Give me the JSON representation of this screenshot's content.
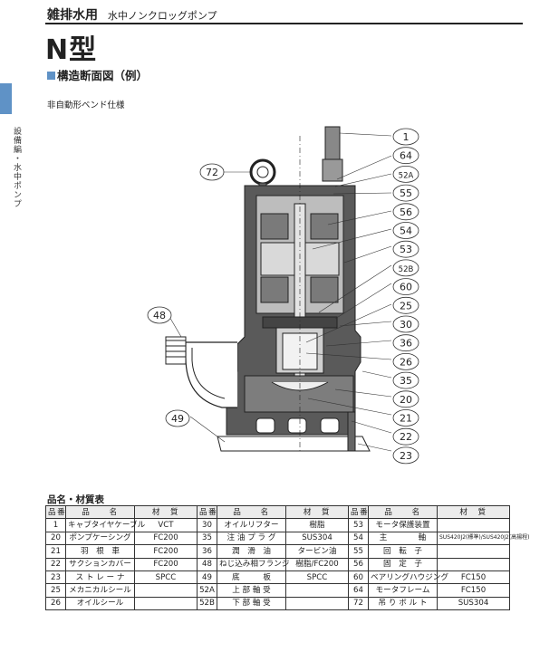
{
  "header": {
    "category": "雑排水用",
    "subtitle": "水中ノンクロッグポンプ"
  },
  "title": "N型",
  "section_title": "構造断面図（例）",
  "note": "非自動形ベンド仕様",
  "side_label": "設備編・水中ポンプ",
  "callouts": {
    "left": [
      "72",
      "48",
      "49"
    ],
    "right": [
      "1",
      "64",
      "52A",
      "55",
      "56",
      "54",
      "53",
      "52B",
      "60",
      "25",
      "30",
      "36",
      "26",
      "35",
      "20",
      "21",
      "22",
      "23"
    ]
  },
  "table": {
    "title": "品名・材質表",
    "headers": [
      "品番",
      "品　　名",
      "材　質"
    ],
    "rows": [
      [
        [
          "1",
          "キャブタイヤケーブル",
          "VCT"
        ],
        [
          "30",
          "オイルリフター",
          "樹脂"
        ],
        [
          "53",
          "モータ保護装置",
          ""
        ]
      ],
      [
        [
          "20",
          "ポンプケーシング",
          "FC200"
        ],
        [
          "35",
          "注 油 プ ラ グ",
          "SUS304"
        ],
        [
          "54",
          "主　　　　軸",
          "SUS420J2(標準)/SUS420J2(高揚程)"
        ]
      ],
      [
        [
          "21",
          "羽　根　車",
          "FC200"
        ],
        [
          "36",
          "潤　滑　油",
          "タービン油"
        ],
        [
          "55",
          "回　転　子",
          ""
        ]
      ],
      [
        [
          "22",
          "サクションカバー",
          "FC200"
        ],
        [
          "48",
          "ねじ込み相フランジ",
          "樹脂/FC200"
        ],
        [
          "56",
          "固　定　子",
          ""
        ]
      ],
      [
        [
          "23",
          "ス ト レ ー ナ",
          "SPCC"
        ],
        [
          "49",
          "底　　　板",
          "SPCC"
        ],
        [
          "60",
          "ベアリングハウジング",
          "FC150"
        ]
      ],
      [
        [
          "25",
          "メカニカルシール",
          ""
        ],
        [
          "52A",
          "上 部 軸 受",
          ""
        ],
        [
          "64",
          "モータフレーム",
          "FC150"
        ]
      ],
      [
        [
          "26",
          "オイルシール",
          ""
        ],
        [
          "52B",
          "下 部 軸 受",
          ""
        ],
        [
          "72",
          "吊 り ボ ル ト",
          "SUS304"
        ]
      ]
    ]
  },
  "colors": {
    "accent": "#5f92c6",
    "casing": "#555555",
    "line": "#222222"
  }
}
